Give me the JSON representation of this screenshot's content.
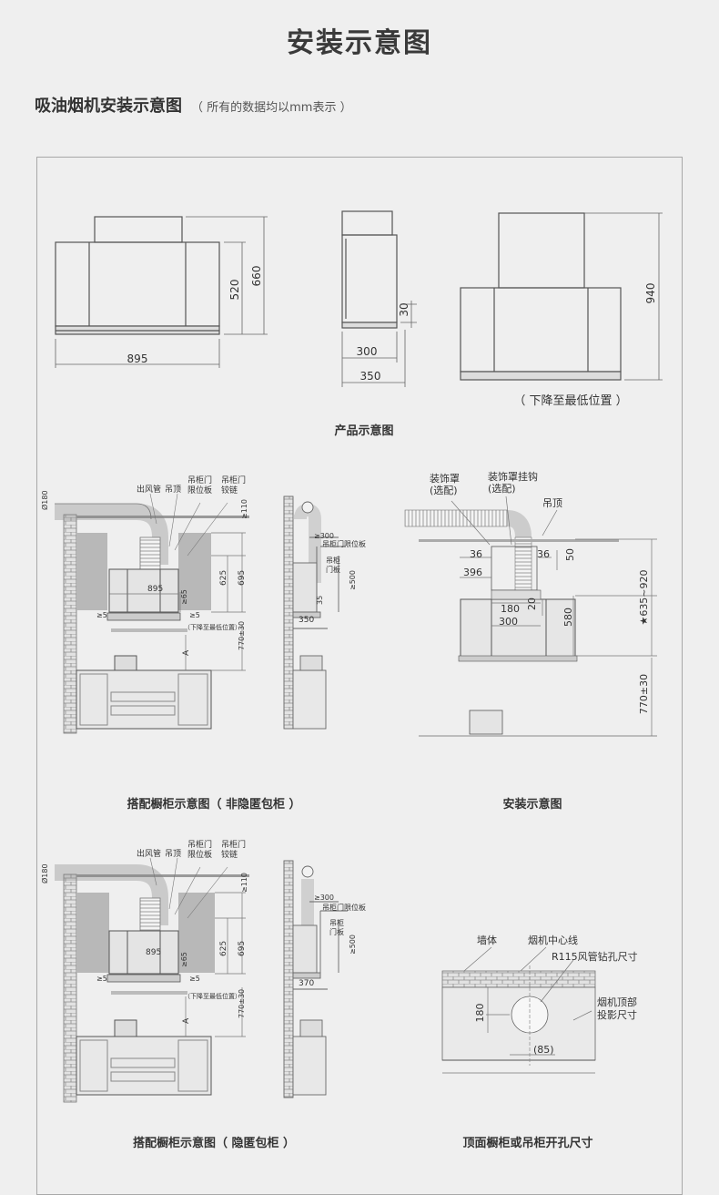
{
  "title": "安装示意图",
  "section": {
    "heading": "吸油烟机安装示意图",
    "note": "（ 所有的数据均以mm表示 ）"
  },
  "product": {
    "caption": "产品示意图",
    "lowest_caption": "（ 下降至最低位置 ）",
    "dims": {
      "width": "895",
      "height_body": "520",
      "height_total": "660",
      "side_30": "30",
      "depth_300": "300",
      "depth_350": "350",
      "lowest_940": "940"
    }
  },
  "cabinet_open": {
    "caption": "搭配橱柜示意图（ 非隐匿包柜 ）",
    "labels": {
      "duct": "出风管",
      "ceiling": "吊顶",
      "door_limit": "吊柜门\n限位板",
      "door_hinge": "吊柜门\n铰链",
      "d180": "Ø180",
      "ge110": "≥110",
      "w895": "895",
      "h625": "625",
      "h695": "695",
      "ge65": "≥65",
      "ge5a": "≥5",
      "ge5b": "≥5",
      "lowest": "（下降至最低位置）",
      "h770": "770±30",
      "a": "A",
      "side_ge300": "≥300",
      "side_limit": "吊柜门限位板",
      "side_door": "吊柜\n门板",
      "side_ge500": "≥500",
      "side_35": "35",
      "side_350": "350"
    }
  },
  "install": {
    "caption": "安装示意图",
    "labels": {
      "cover": "装饰罩\n(选配)",
      "cover_hook": "装饰罩挂钩\n(选配)",
      "ceiling": "吊顶",
      "d36a": "36",
      "d36b": "36",
      "d50": "50",
      "d396": "396",
      "d180": "180",
      "d300": "300",
      "d20": "20",
      "d580": "580",
      "range": "★635~920",
      "h770": "770±30"
    }
  },
  "cabinet_hidden": {
    "caption": "搭配橱柜示意图（ 隐匿包柜 ）",
    "labels": {
      "duct": "出风管",
      "ceiling": "吊顶",
      "door_limit": "吊柜门\n限位板",
      "door_hinge": "吊柜门\n铰链",
      "d180": "Ø180",
      "ge110": "≥110",
      "w895": "895",
      "h625": "625",
      "h695": "695",
      "ge65": "≥65",
      "ge5a": "≥5",
      "ge5b": "≥5",
      "lowest": "（下降至最低位置）",
      "h770": "770±30",
      "a": "A",
      "side_ge300": "≥300",
      "side_limit": "吊柜门限位板",
      "side_door": "吊柜\n门板",
      "side_ge500": "≥500",
      "side_370": "370"
    }
  },
  "top_hole": {
    "caption": "顶面橱柜或吊柜开孔尺寸",
    "labels": {
      "wall": "墙体",
      "center": "烟机中心线",
      "r115": "R115风管钻孔尺寸",
      "projection": "烟机顶部\n投影尺寸",
      "d180": "180",
      "d85": "(85)"
    }
  },
  "colors": {
    "background": "#efefef",
    "line": "#555555",
    "frame": "#a8a8a8",
    "cabinet_gray": "#b8b8b8",
    "brick": "#9a9a9a"
  }
}
